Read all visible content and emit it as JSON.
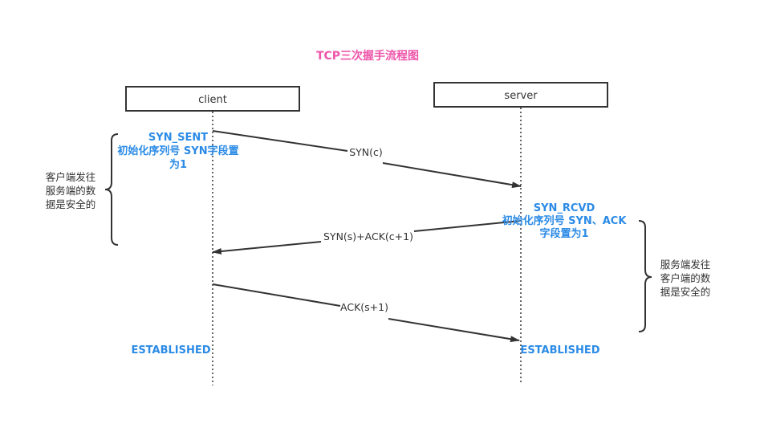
{
  "title": "TCP三次握手流程图",
  "client": {
    "label": "client"
  },
  "server": {
    "label": "server"
  },
  "messages": {
    "syn": "SYN(c)",
    "syn_ack": "SYN(s)+ACK(c+1)",
    "ack": "ACK(s+1)"
  },
  "client_state": {
    "syn_sent_title": "SYN_SENT",
    "syn_sent_desc_line1": "初始化序列号 SYN字段置",
    "syn_sent_desc_line2": "为1",
    "established": "ESTABLISHED"
  },
  "server_state": {
    "syn_rcvd_title": "SYN_RCVD",
    "syn_rcvd_desc_line1": "初始化序列号 SYN、ACK",
    "syn_rcvd_desc_line2": "字段置为1",
    "established": "ESTABLISHED"
  },
  "notes": {
    "client_side": [
      "客户端发往",
      "服务端的数",
      "据是安全的"
    ],
    "server_side": [
      "服务端发往",
      "客户端的数",
      "据是安全的"
    ]
  },
  "colors": {
    "title": "#ee55aa",
    "state_text": "#2b8be6",
    "line": "#333333"
  }
}
